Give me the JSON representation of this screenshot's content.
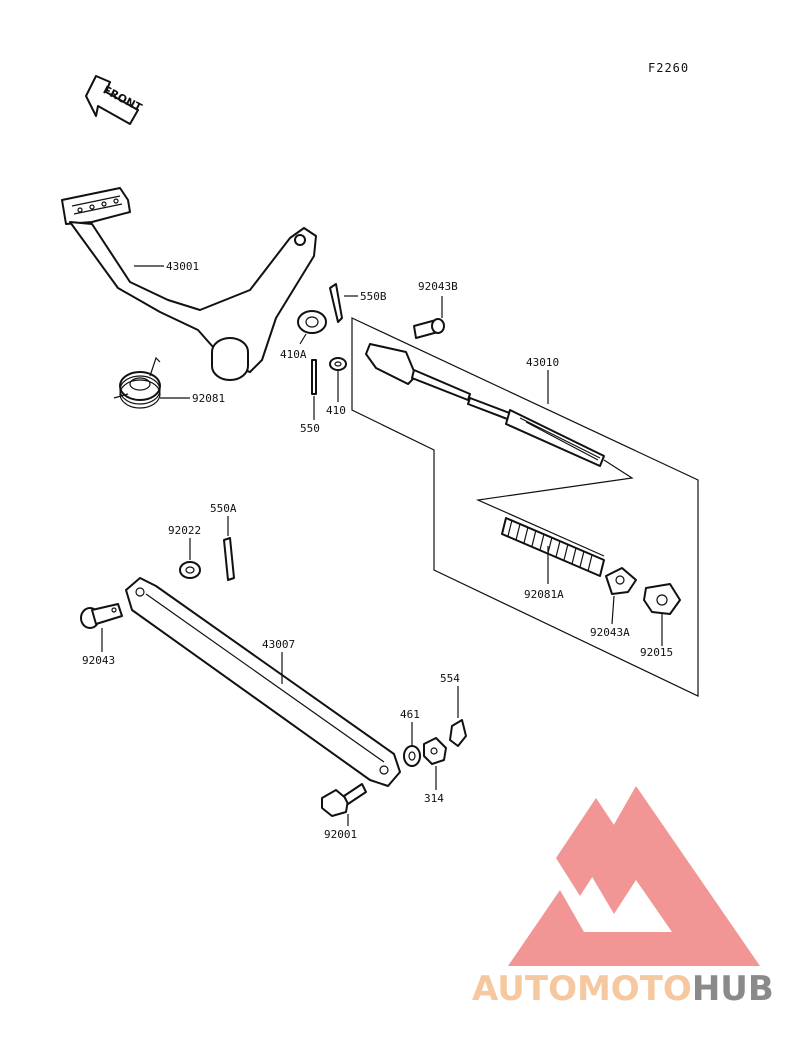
{
  "diagram": {
    "code": "F2260",
    "front_label": "FRONT",
    "parts": [
      {
        "label": "43001"
      },
      {
        "label": "550B"
      },
      {
        "label": "92043B"
      },
      {
        "label": "410A"
      },
      {
        "label": "43010"
      },
      {
        "label": "92081"
      },
      {
        "label": "550"
      },
      {
        "label": "410"
      },
      {
        "label": "550A"
      },
      {
        "label": "92022"
      },
      {
        "label": "92081A"
      },
      {
        "label": "92043A"
      },
      {
        "label": "92015"
      },
      {
        "label": "92043"
      },
      {
        "label": "43007"
      },
      {
        "label": "554"
      },
      {
        "label": "461"
      },
      {
        "label": "314"
      },
      {
        "label": "92001"
      }
    ]
  },
  "watermark": {
    "brand_part1": "AUTOMOTO",
    "brand_part2": "HUB",
    "color_part1": "#f6c8a0",
    "color_part2": "#8a8a8a",
    "logo_color": "#f08a8a"
  }
}
